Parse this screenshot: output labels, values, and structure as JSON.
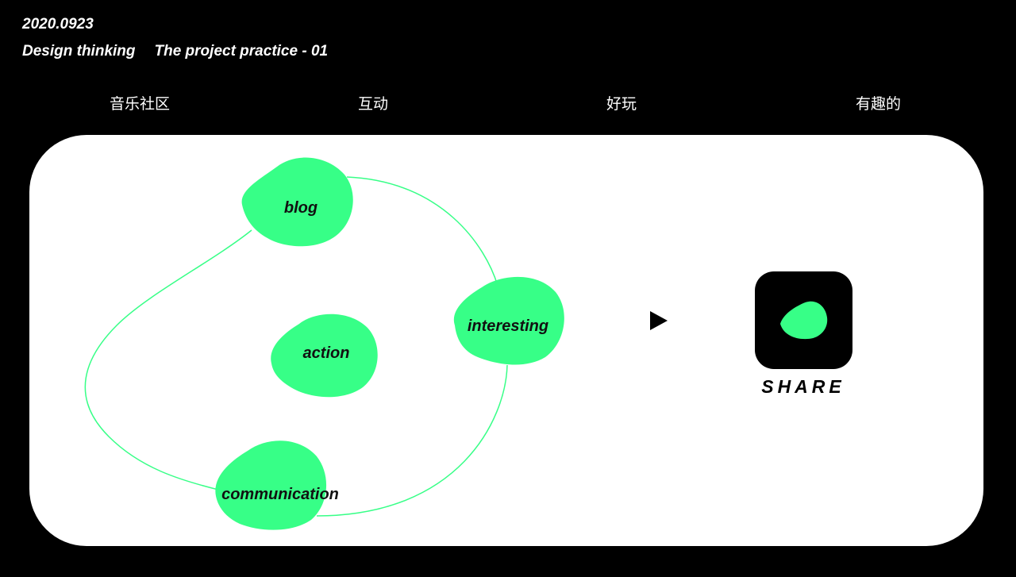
{
  "header": {
    "date": "2020.0923",
    "title_left": "Design thinking",
    "title_right": "The project practice - 01"
  },
  "keywords": [
    "音乐社区",
    "互动",
    "好玩",
    "有趣的"
  ],
  "diagram": {
    "nodes": [
      {
        "id": "blog",
        "label": "blog"
      },
      {
        "id": "interesting",
        "label": "interesting"
      },
      {
        "id": "action",
        "label": "action"
      },
      {
        "id": "communication",
        "label": "communication"
      }
    ],
    "arrow_icon": "play-triangle-icon",
    "share": {
      "icon": "app-icon",
      "label": "SHARE"
    }
  },
  "colors": {
    "background": "#000000",
    "panel": "#ffffff",
    "accent_green": "#37ff87",
    "line_green": "#37ff87",
    "text_dark": "#111111"
  }
}
